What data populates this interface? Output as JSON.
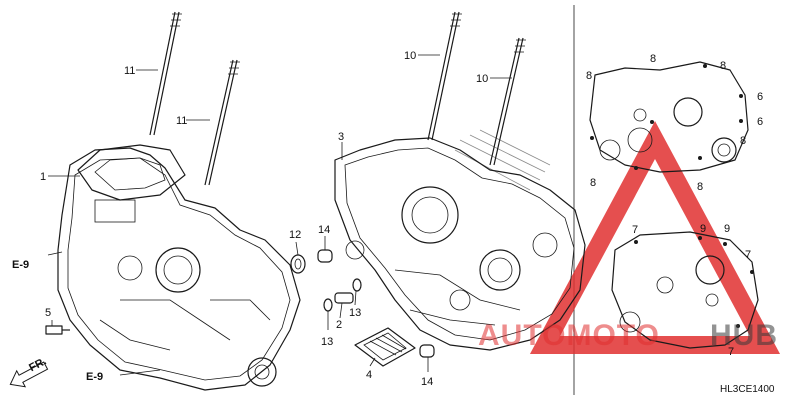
{
  "callouts": {
    "c1": "1",
    "c2": "2",
    "c4": "4",
    "c5": "5",
    "c3": "3",
    "c6a": "6",
    "c6b": "6",
    "c7a": "7",
    "c7b": "7",
    "c7c": "7",
    "c8a": "8",
    "c8b": "8",
    "c8c": "8",
    "c8d": "8",
    "c8e": "8",
    "c8f": "8",
    "c9a": "9",
    "c9b": "9",
    "c10a": "10",
    "c10b": "10",
    "c11a": "11",
    "c11b": "11",
    "c12": "12",
    "c13a": "13",
    "c13b": "13",
    "c14a": "14",
    "c14b": "14"
  },
  "references": {
    "e9_top": "E-9",
    "e9_bottom": "E-9"
  },
  "front_arrow": "FR.",
  "diagram_code": "HL3CE1400",
  "watermark": {
    "text_a": "AUTOMOTO",
    "text_b": "HUB",
    "color_red": "#e03030",
    "color_dark": "#3a3a3a"
  },
  "colors": {
    "line": "#1a1a1a",
    "background": "#ffffff"
  }
}
